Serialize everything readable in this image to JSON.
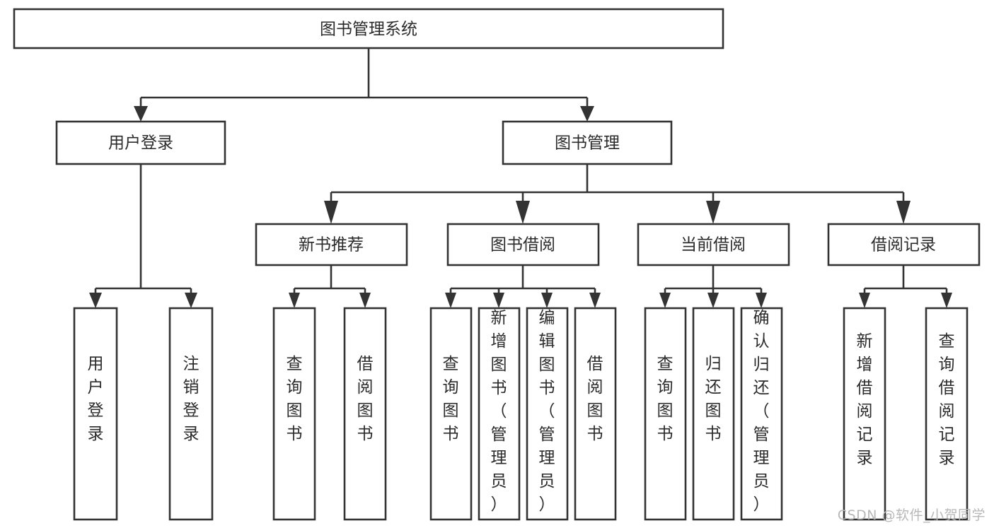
{
  "diagram": {
    "title": "图书管理系统",
    "type": "hierarchy-tree",
    "watermark": "CSDN @软件_小贺同学",
    "colors": {
      "background": "#ffffff",
      "stroke": "#333333",
      "text": "#2b2b2b",
      "watermark": "#b8b8b8"
    },
    "root": {
      "id": "root",
      "label": "图书管理系统"
    },
    "level2": [
      {
        "id": "user-login",
        "label": "用户登录"
      },
      {
        "id": "book-manage",
        "label": "图书管理"
      }
    ],
    "level3": [
      {
        "id": "new-book-recommend",
        "label": "新书推荐",
        "parent": "book-manage"
      },
      {
        "id": "book-borrow",
        "label": "图书借阅",
        "parent": "book-manage"
      },
      {
        "id": "current-borrow",
        "label": "当前借阅",
        "parent": "book-manage"
      },
      {
        "id": "borrow-record",
        "label": "借阅记录",
        "parent": "book-manage"
      }
    ],
    "leaves": [
      {
        "id": "leaf-user-login",
        "label": "用户登录",
        "parent": "user-login"
      },
      {
        "id": "leaf-logout-login",
        "label": "注销登录",
        "parent": "user-login"
      },
      {
        "id": "leaf-query-book-1",
        "label": "查询图书",
        "parent": "new-book-recommend"
      },
      {
        "id": "leaf-borrow-book-1",
        "label": "借阅图书",
        "parent": "new-book-recommend"
      },
      {
        "id": "leaf-query-book-2",
        "label": "查询图书",
        "parent": "book-borrow"
      },
      {
        "id": "leaf-add-book",
        "label": "新增图书（管理员）",
        "parent": "book-borrow"
      },
      {
        "id": "leaf-edit-book",
        "label": "编辑图书（管理员）",
        "parent": "book-borrow"
      },
      {
        "id": "leaf-borrow-book-2",
        "label": "借阅图书",
        "parent": "book-borrow"
      },
      {
        "id": "leaf-query-book-3",
        "label": "查询图书",
        "parent": "current-borrow"
      },
      {
        "id": "leaf-return-book",
        "label": "归还图书",
        "parent": "current-borrow"
      },
      {
        "id": "leaf-confirm-return",
        "label": "确认归还（管理员）",
        "parent": "current-borrow"
      },
      {
        "id": "leaf-add-record",
        "label": "新增借阅记录",
        "parent": "borrow-record"
      },
      {
        "id": "leaf-query-record",
        "label": "查询借阅记录",
        "parent": "borrow-record"
      }
    ]
  }
}
